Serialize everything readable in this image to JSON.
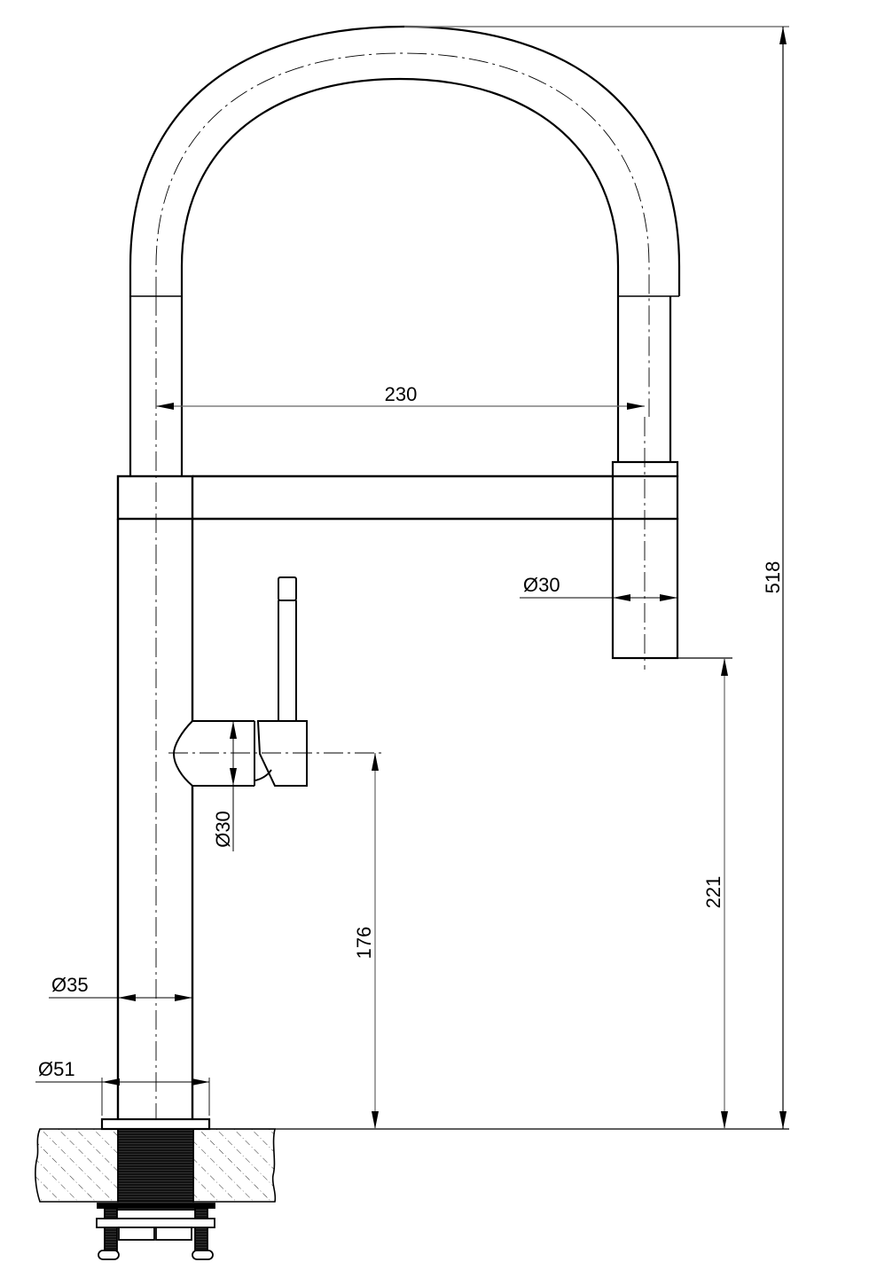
{
  "drawing": {
    "subject": "Pull-out kitchen faucet technical drawing",
    "units": "mm",
    "colors": {
      "line": "#000000",
      "dim_line": "#555555",
      "background": "#ffffff",
      "thread": "#111111"
    }
  },
  "dimensions": {
    "total_height": "518",
    "spout_reach": "230",
    "spray_head_diameter": "Ø30",
    "handle_diameter": "Ø30",
    "handle_height": "176",
    "spout_outlet_height": "221",
    "body_diameter": "Ø35",
    "base_diameter": "Ø51"
  }
}
